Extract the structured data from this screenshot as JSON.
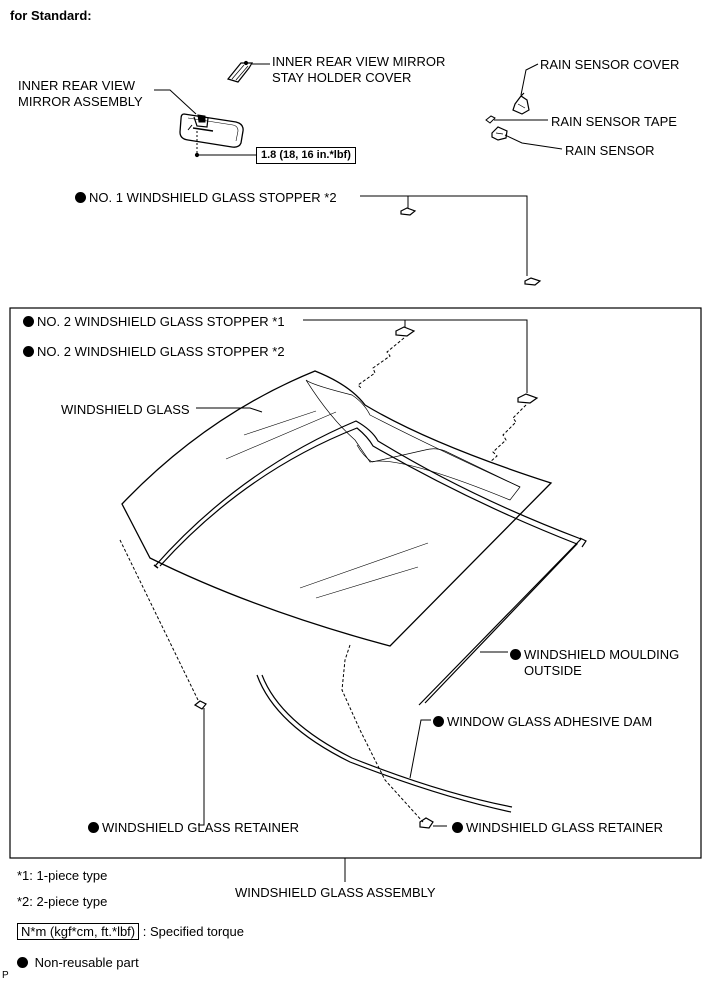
{
  "header": {
    "title": "for Standard:"
  },
  "labels": {
    "mirror_assembly_1": "INNER REAR VIEW",
    "mirror_assembly_2": "MIRROR ASSEMBLY",
    "stay_cover_1": "INNER REAR VIEW MIRROR",
    "stay_cover_2": "STAY HOLDER COVER",
    "rain_sensor_cover": "RAIN SENSOR COVER",
    "rain_sensor_tape": "RAIN SENSOR TAPE",
    "rain_sensor": "RAIN SENSOR",
    "torque_value": "1.8 (18, 16 in.*lbf)",
    "stopper1": "NO. 1 WINDSHIELD GLASS STOPPER *2",
    "stopper2a": "NO. 2 WINDSHIELD GLASS STOPPER *1",
    "stopper2b": "NO. 2 WINDSHIELD GLASS STOPPER *2",
    "windshield_glass": "WINDSHIELD GLASS",
    "moulding_1": "WINDSHIELD MOULDING",
    "moulding_2": "OUTSIDE",
    "adhesive_dam": "WINDOW GLASS ADHESIVE DAM",
    "retainer_left": "WINDSHIELD GLASS RETAINER",
    "retainer_right": "WINDSHIELD GLASS RETAINER",
    "assembly": "WINDSHIELD GLASS ASSEMBLY"
  },
  "legend": {
    "note1": "*1: 1-piece type",
    "note2": "*2: 2-piece type",
    "torque_unit": "N*m (kgf*cm, ft.*lbf)",
    "torque_desc": ": Specified torque",
    "nonreusable": "Non-reusable part"
  },
  "footer": {
    "code": "P"
  }
}
